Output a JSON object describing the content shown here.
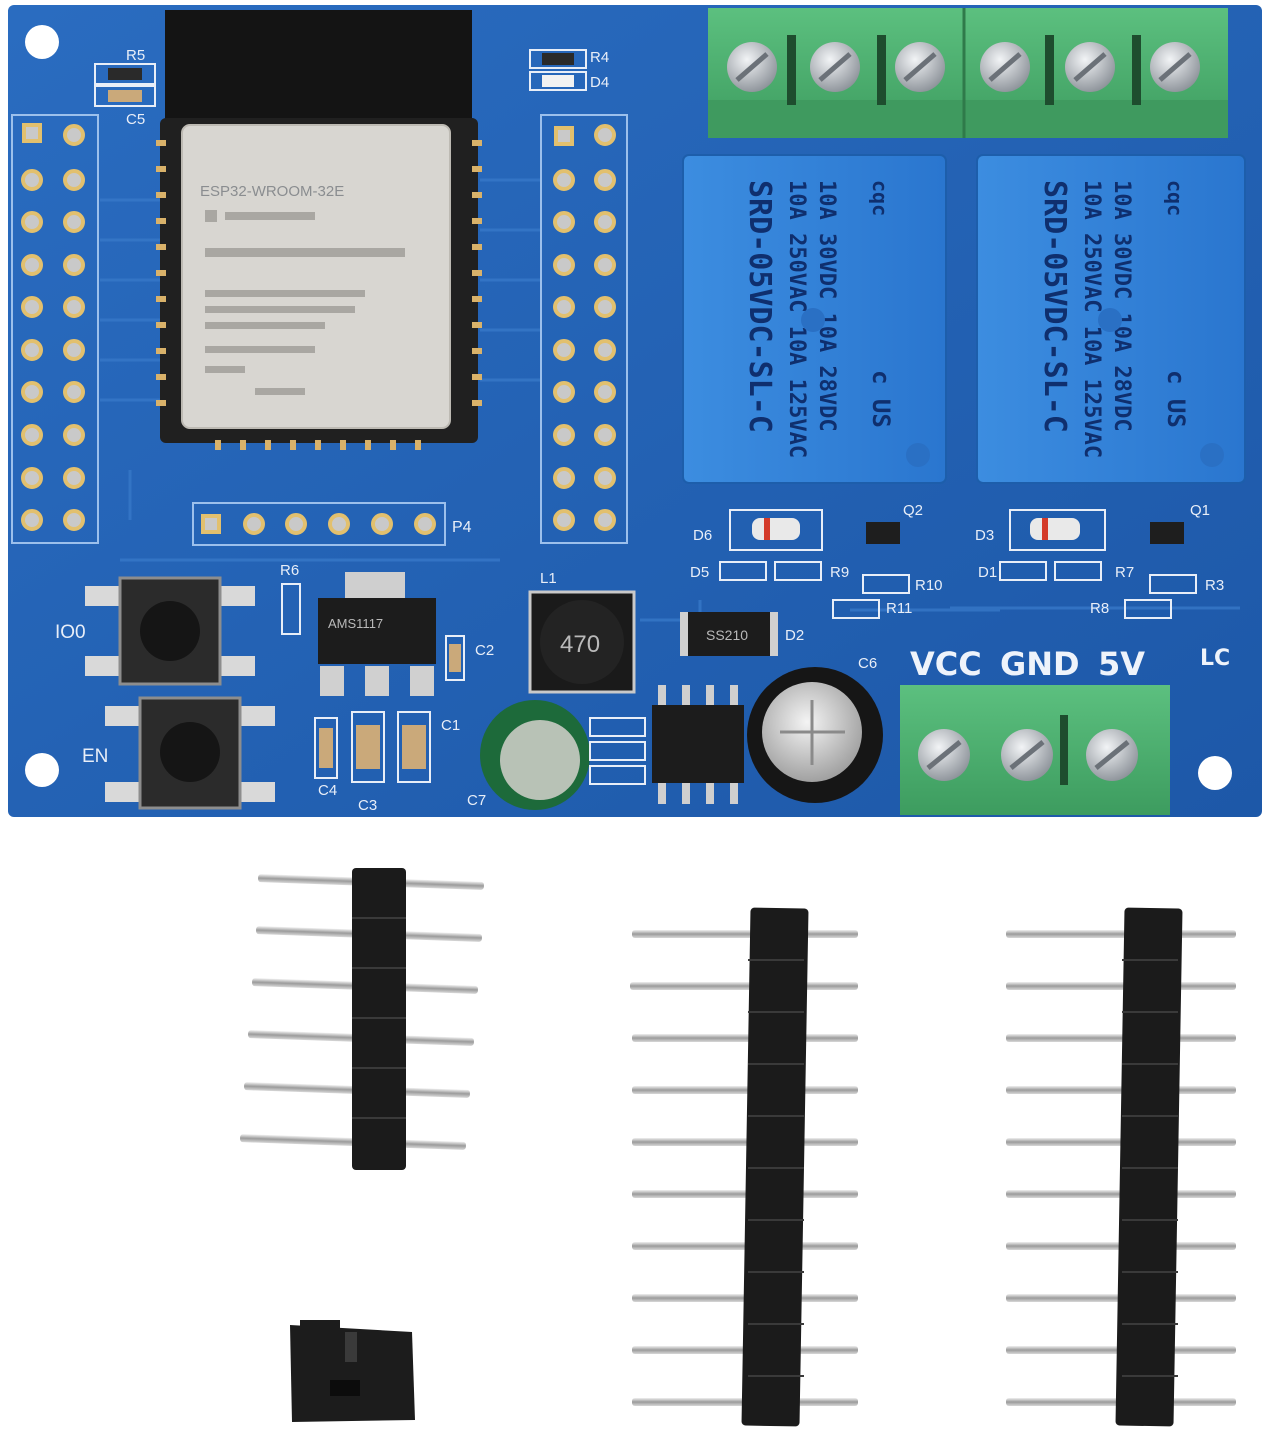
{
  "board": {
    "module_marking": "ESP32-WROOM-32E",
    "labels": {
      "r5": "R5",
      "c5": "C5",
      "r4": "R4",
      "d4": "D4",
      "p4": "P4",
      "r6": "R6",
      "l1": "L1",
      "c2": "C2",
      "c1": "C1",
      "c3": "C3",
      "c4": "C4",
      "c6": "C6",
      "c7": "C7",
      "d2": "D2",
      "d3": "D3",
      "d6": "D6",
      "d5": "D5",
      "d1": "D1",
      "q1": "Q1",
      "q2": "Q2",
      "r3": "R3",
      "r7": "R7",
      "r8": "R8",
      "r9": "R9",
      "r10": "R10",
      "r11": "R11",
      "io0": "IO0",
      "en": "EN",
      "lc": "LC"
    },
    "power_terminal_labels": [
      "VCC",
      "GND",
      "5V"
    ],
    "inductor_marking": "470",
    "diode_marking": "SS210",
    "regulator_marking": "AMS1117"
  },
  "relays": [
    {
      "brand": "cqc",
      "lines": [
        "SRD-05VDC-SL-C",
        "10A 250VAC  10A 125VAC",
        "10A 30VDC   10A 28VDC"
      ],
      "approval": "c US"
    },
    {
      "brand": "cqc",
      "lines": [
        "SRD-05VDC-SL-C",
        "10A 250VAC  10A 125VAC",
        "10A 30VDC   10A 28VDC"
      ],
      "approval": "c US"
    }
  ],
  "accessories": {
    "header_6pin": "6-pin header",
    "header_10pin_a": "10-pin header",
    "header_10pin_b": "10-pin header",
    "jumper": "jumper cap"
  },
  "colors": {
    "pcb": "#1f5fb0",
    "terminal": "#4caf6e",
    "relay": "#2f7fd6",
    "header": "#1a1a1a"
  }
}
